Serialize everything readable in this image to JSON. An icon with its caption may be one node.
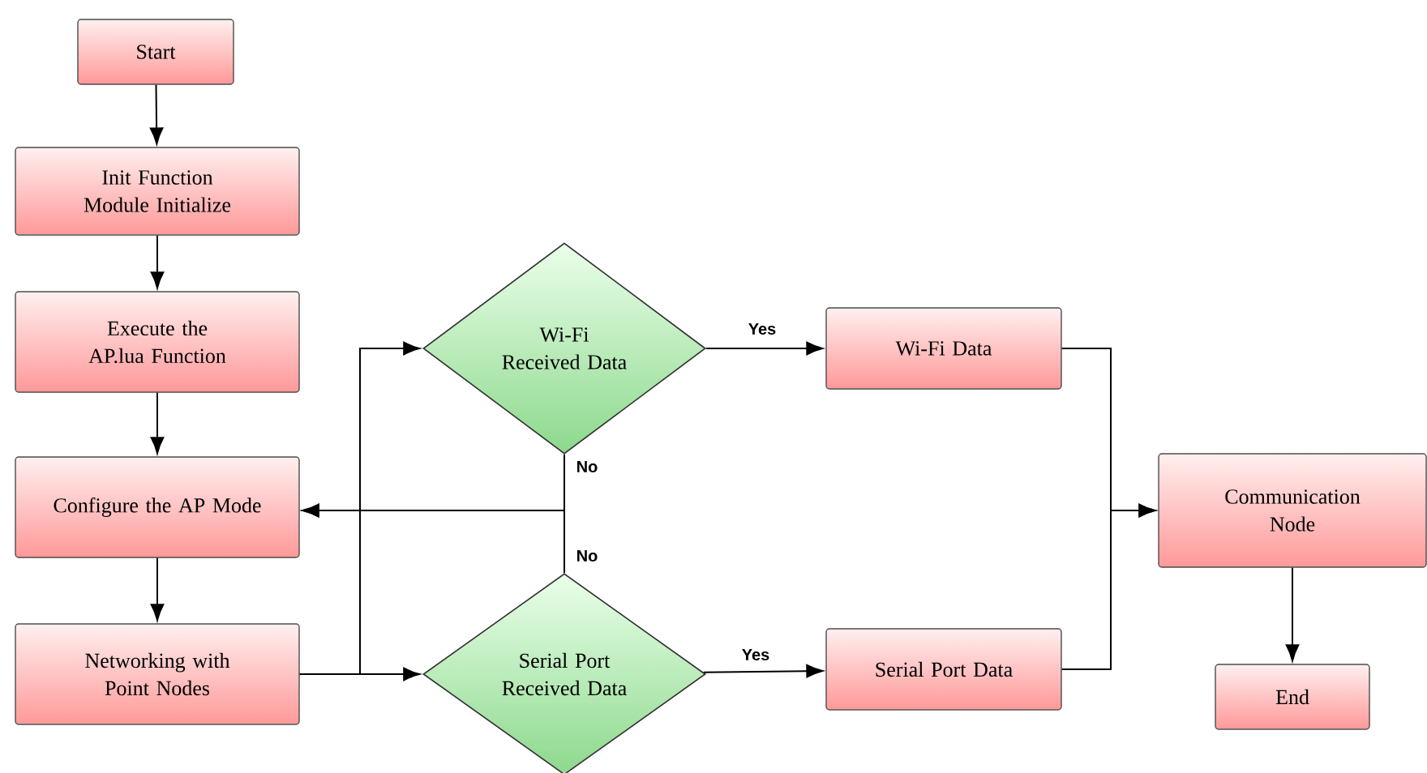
{
  "diagram": {
    "nodes": [
      {
        "text": [
          "Start"
        ]
      },
      {
        "text": [
          "Init Function Module Initialize"
        ]
      },
      {
        "text": [
          "Execute the AP.lua Function"
        ]
      },
      {
        "text": [
          "Configure the AP Mode"
        ]
      },
      {
        "text": [
          "Networking with Point Nodes"
        ]
      },
      {
        "text": [
          "Wi-Fi Received Data"
        ]
      },
      {
        "text": [
          "Serial Port Received Data"
        ]
      },
      {
        "text": [
          "Wi-Fi Data"
        ]
      },
      {
        "text": [
          "Serial Port Data"
        ]
      },
      {
        "text": [
          "Communication Node"
        ]
      },
      {
        "text": [
          "End"
        ]
      }
    ],
    "edges": [
      {
        "from": 0,
        "to": 1,
        "arrow": "to"
      },
      {
        "from": 1,
        "to": 2,
        "arrow": "to"
      },
      {
        "from": 2,
        "to": 3,
        "arrow": "to"
      },
      {
        "from": 3,
        "to": 4,
        "arrow": "to"
      },
      {
        "from": 4,
        "to": 5,
        "arrow": "to"
      },
      {
        "from": 4,
        "to": 6,
        "arrow": "to"
      },
      {
        "from": 5,
        "to": 7,
        "arrow": "to",
        "label": "Yes"
      },
      {
        "from": 6,
        "to": 8,
        "arrow": "to",
        "label": "Yes"
      },
      {
        "from": 5,
        "to": 3,
        "arrow": "to",
        "label": "No"
      },
      {
        "from": 6,
        "to": 3,
        "arrow": "to",
        "label": "No"
      },
      {
        "from": 7,
        "to": 9,
        "arrow": "to"
      },
      {
        "from": 8,
        "to": 9,
        "arrow": "to"
      },
      {
        "from": 9,
        "to": 10,
        "arrow": "to"
      }
    ]
  }
}
